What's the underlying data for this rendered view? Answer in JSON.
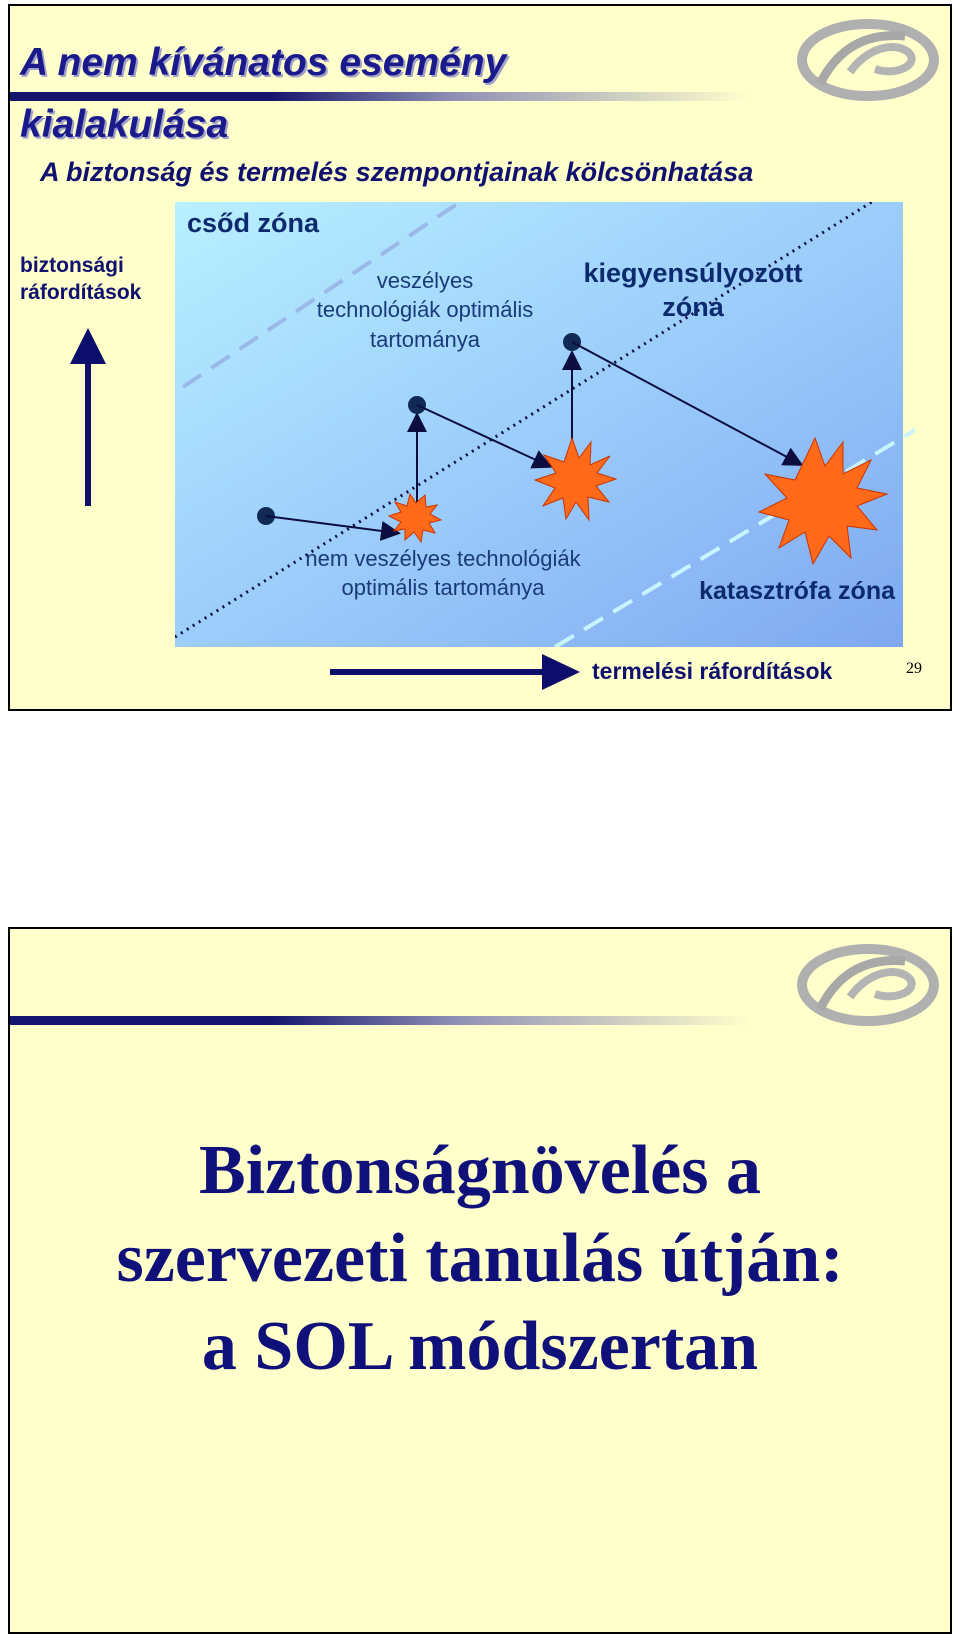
{
  "slide1": {
    "title_line1": "A nem kívánatos esemény",
    "title_line2": "kialakulása",
    "subtitle": "A biztonság és termelés szempontjainak kölcsönhatása",
    "y_axis_label_1": "biztonsági",
    "y_axis_label_2": "ráfordítások",
    "x_axis_label": "termelési ráfordítások",
    "zone_bankruptcy": "csőd zóna",
    "zone_dangerous_1": "veszélyes",
    "zone_dangerous_2": "technológiák optimális",
    "zone_dangerous_3": "tartománya",
    "zone_balanced_1": "kiegyensúlyozott",
    "zone_balanced_2": "zóna",
    "zone_safe_1": "nem veszélyes technológiák",
    "zone_safe_2": "optimális tartománya",
    "zone_catastrophe": "katasztrófa zóna",
    "page_number": "29"
  },
  "slide2": {
    "title_line1": "Biztonságnövelés a",
    "title_line2": "szervezeti tanulás útján:",
    "title_line3": "a SOL módszertan"
  },
  "colors": {
    "slide_bg": "#ffffcc",
    "title": "#1a1a8c",
    "navy": "#0d0d6b",
    "diagram_light": "#b8f0ff",
    "diagram_dark": "#7fa8f0",
    "explosion": "#ff6a1a"
  },
  "icons": [
    "logo-emblem",
    "up-arrow",
    "right-arrow",
    "explosion-icon"
  ]
}
